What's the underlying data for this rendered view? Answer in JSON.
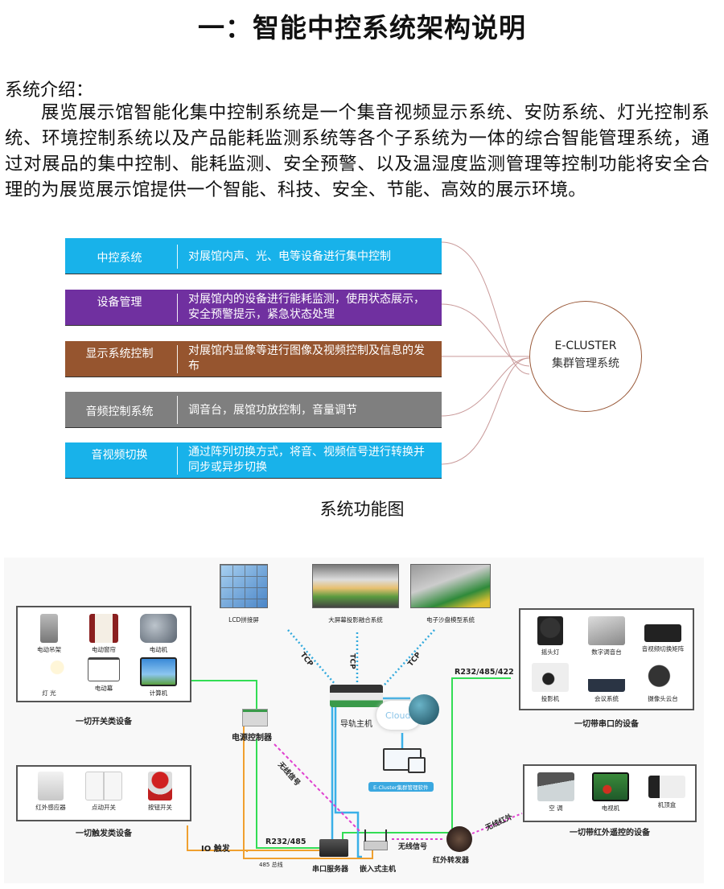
{
  "document": {
    "title": "一：智能中控系统架构说明",
    "intro_label": "系统介绍：",
    "intro_body": "展览展示馆智能化集中控制系统是一个集音视频显示系统、安防系统、灯光控制系统、环境控制系统以及产品能耗监测系统等各个子系统为一体的综合智能管理系统，通过对展品的集中控制、能耗监测、安全预警、以及温湿度监测管理等控制功能将安全合理的为展览展示馆提供一个智能、科技、安全、节能、高效的展示环境。"
  },
  "function_diagram": {
    "caption": "系统功能图",
    "hub": {
      "title_en": "E-CLUSTER",
      "title_cn": "集群管理系统",
      "border_color": "#9a5a3a"
    },
    "connector_color": "#c99a9a",
    "modules": [
      {
        "name": "中控系统",
        "description": "对展馆内声、光、电等设备进行集中控制",
        "color": "#18b2ea"
      },
      {
        "name": "设备管理",
        "description": "对展馆内的设备进行能耗监测，使用状态展示，安全预警提示，紧急状态处理",
        "color": "#7030a0"
      },
      {
        "name": "显示系统控制",
        "description": "对展馆内显像等进行图像及视频控制及信息的发布",
        "color": "#96552f"
      },
      {
        "name": "音频控制系统",
        "description": "调音台，展馆功放控制，音量调节",
        "color": "#7f7f7f"
      },
      {
        "name": "音视频切换",
        "description": "通过阵列切换方式，将音、视频信号进行转换并同步或异步切换",
        "color": "#18b2ea"
      }
    ]
  },
  "architecture_diagram": {
    "displays": [
      {
        "label": "LCD拼接屏",
        "icon": "lcd-wall-icon"
      },
      {
        "label": "大屏幕投影融合系统",
        "icon": "projection-fusion-icon"
      },
      {
        "label": "电子沙盘模型系统",
        "icon": "sand-table-icon"
      }
    ],
    "groups": {
      "switch_devices": {
        "label": "一切开关类设备",
        "items": [
          {
            "label": "电动吊架",
            "icon": "lift-icon"
          },
          {
            "label": "电动窗帘",
            "icon": "curtain-icon"
          },
          {
            "label": "电动机",
            "icon": "motor-icon"
          },
          {
            "label": "灯  光",
            "icon": "bulb-icon"
          },
          {
            "label": "电动幕",
            "icon": "screen-icon"
          },
          {
            "label": "计算机",
            "icon": "computer-icon"
          }
        ]
      },
      "serial_devices": {
        "label": "一切带串口的设备",
        "items": [
          {
            "label": "摇头灯",
            "icon": "moving-head-light-icon"
          },
          {
            "label": "数字调音台",
            "icon": "mixer-icon"
          },
          {
            "label": "音视频切换矩阵",
            "icon": "matrix-switcher-icon"
          },
          {
            "label": "投影机",
            "icon": "projector-icon"
          },
          {
            "label": "会议系统",
            "icon": "conference-system-icon"
          },
          {
            "label": "摄像头云台",
            "icon": "camera-icon"
          }
        ]
      },
      "trigger_devices": {
        "label": "一切触发类设备",
        "items": [
          {
            "label": "红外感应器",
            "icon": "ir-sensor-icon"
          },
          {
            "label": "点动开关",
            "icon": "wall-switch-icon"
          },
          {
            "label": "按钮开关",
            "icon": "push-button-icon"
          }
        ]
      },
      "ir_devices": {
        "label": "一切带红外遥控的设备",
        "items": [
          {
            "label": "空 调",
            "icon": "air-conditioner-icon"
          },
          {
            "label": "电视机",
            "icon": "tv-icon"
          },
          {
            "label": "机顶盒",
            "icon": "set-top-box-icon"
          }
        ]
      }
    },
    "nodes": {
      "rail_host": "导轨主机",
      "cloud": "Cloud",
      "software": "E-Cluster集群管理软件",
      "power_controller": "电源控制器",
      "serial_server": "串口服务器",
      "embedded_host": "嵌入式主机",
      "ir_forwarder": "红外转发器"
    },
    "links": {
      "tcp": "TCP",
      "serial_ports": "R232/485/422",
      "r232_485": "R232/485",
      "bus_485": "485 总线",
      "io_trigger": "IO 触发",
      "wireless_signal": "无线信号",
      "wireless_ir": "无线红外"
    },
    "colors": {
      "tcp_line": "#33aadd",
      "serial_line": "#33dd55",
      "bus_line": "#f0a030",
      "ethernet_line": "#3ab0e8",
      "wireless_line": "#e040d0"
    }
  }
}
